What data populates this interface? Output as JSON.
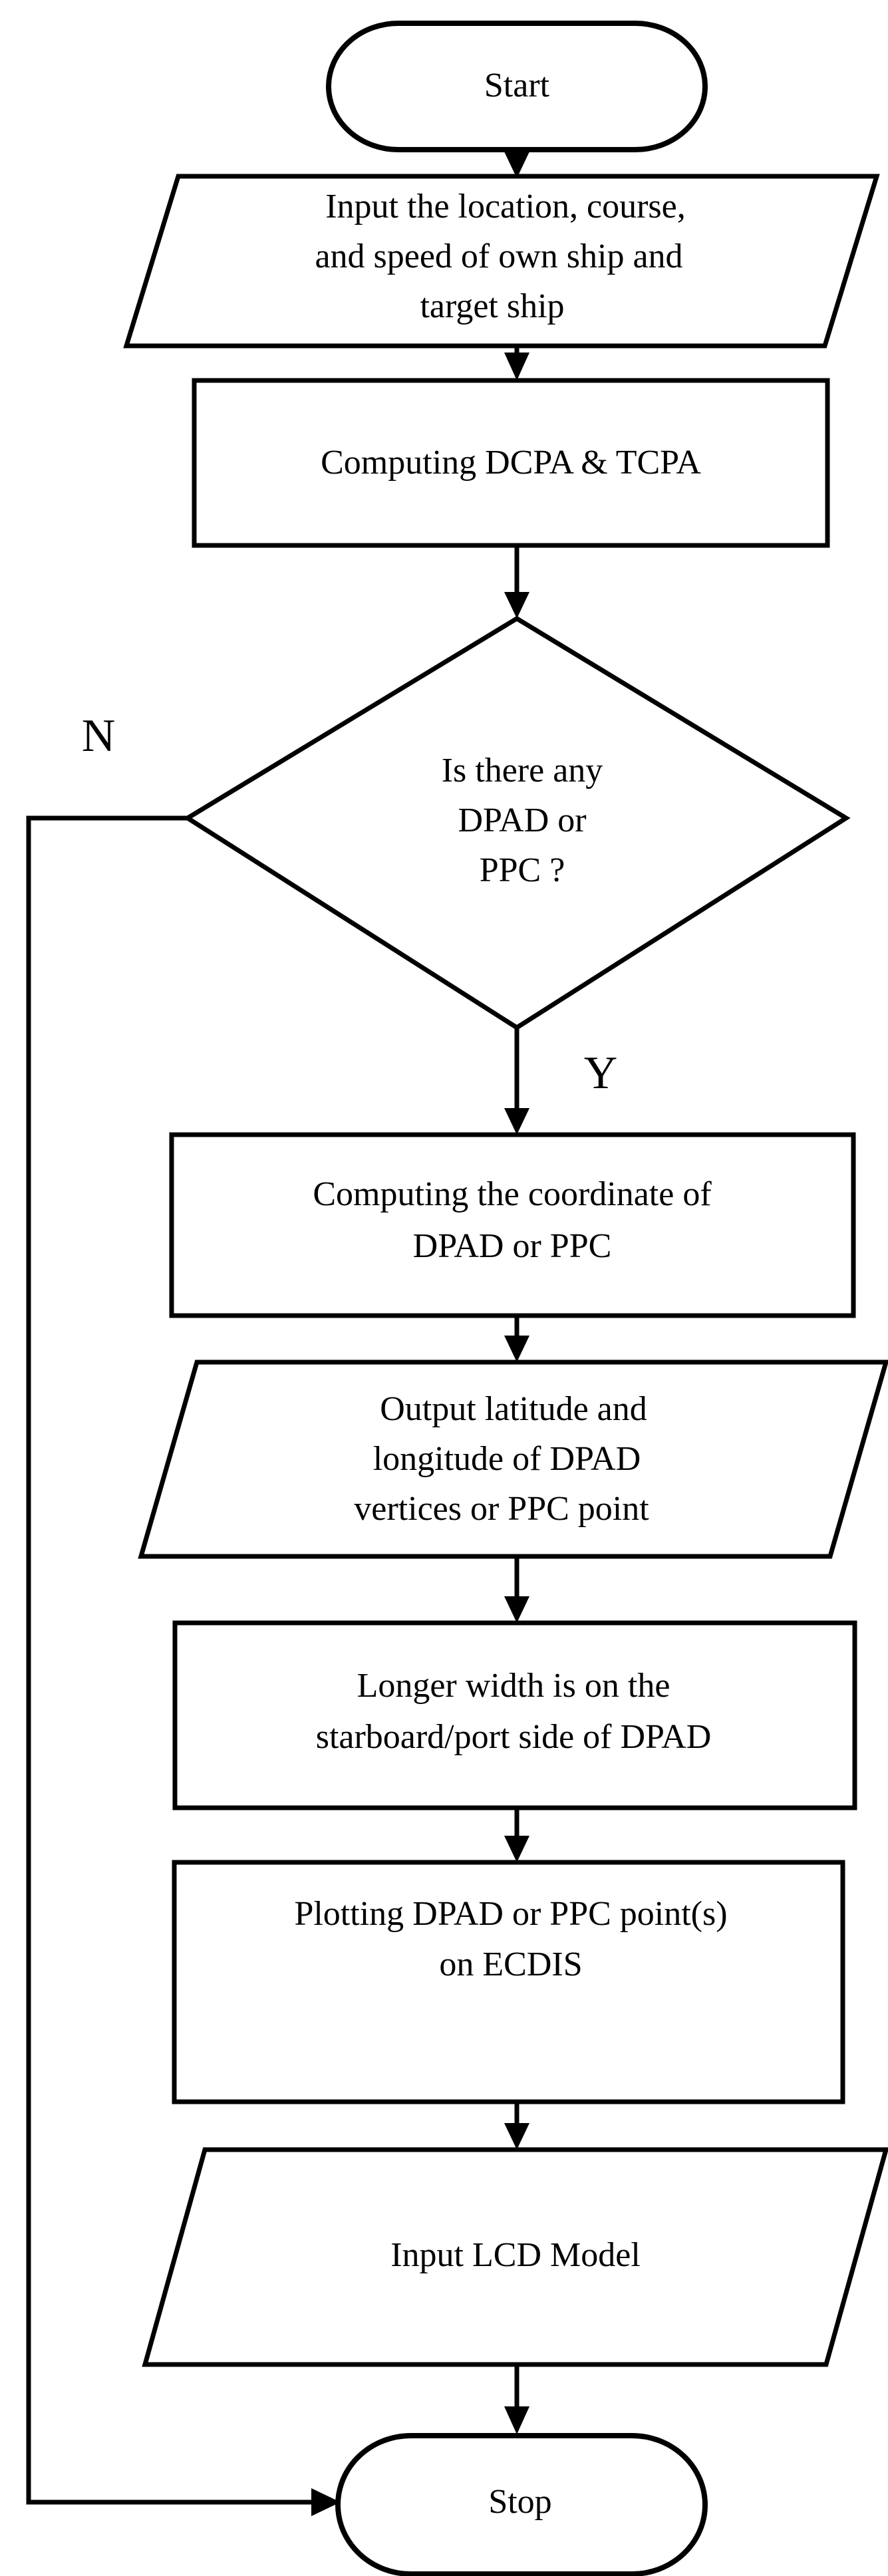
{
  "diagram": {
    "type": "flowchart",
    "orientation": "vertical",
    "background_color": "#ffffff",
    "line_color": "#000000",
    "fill_color": "#ffffff"
  },
  "nodes": {
    "start": {
      "shape": "terminator",
      "label": "Start"
    },
    "input_ship_data": {
      "shape": "parallelogram",
      "line1": "Input the location, course,",
      "line2": "and speed of own ship and",
      "line3": "target ship"
    },
    "compute_dcpa_tcpa": {
      "shape": "process",
      "label": "Computing DCPA & TCPA"
    },
    "decision_dpad_ppc": {
      "shape": "decision",
      "line1": "Is there any",
      "line2": "DPAD or",
      "line3": "PPC ?"
    },
    "compute_coordinate": {
      "shape": "process",
      "line1": "Computing the coordinate of",
      "line2": "DPAD or PPC"
    },
    "output_latlon": {
      "shape": "parallelogram",
      "line1": "Output latitude and",
      "line2": "longitude of DPAD",
      "line3": "vertices or PPC point"
    },
    "longer_width": {
      "shape": "process",
      "line1": "Longer width is on the",
      "line2": "starboard/port side of DPAD"
    },
    "plotting_ecdis": {
      "shape": "process",
      "line1": "Plotting DPAD or PPC point(s)",
      "line2": "on ECDIS"
    },
    "input_lcd_model": {
      "shape": "parallelogram",
      "label": "Input LCD Model"
    },
    "stop": {
      "shape": "terminator",
      "label": "Stop"
    }
  },
  "branch_labels": {
    "no": "N",
    "yes": "Y"
  },
  "edges": [
    {
      "from": "start",
      "to": "input_ship_data",
      "label": ""
    },
    {
      "from": "input_ship_data",
      "to": "compute_dcpa_tcpa",
      "label": ""
    },
    {
      "from": "compute_dcpa_tcpa",
      "to": "decision_dpad_ppc",
      "label": ""
    },
    {
      "from": "decision_dpad_ppc",
      "to": "compute_coordinate",
      "label": "Y"
    },
    {
      "from": "decision_dpad_ppc",
      "to": "stop",
      "label": "N"
    },
    {
      "from": "compute_coordinate",
      "to": "output_latlon",
      "label": ""
    },
    {
      "from": "output_latlon",
      "to": "longer_width",
      "label": ""
    },
    {
      "from": "longer_width",
      "to": "plotting_ecdis",
      "label": ""
    },
    {
      "from": "plotting_ecdis",
      "to": "input_lcd_model",
      "label": ""
    },
    {
      "from": "input_lcd_model",
      "to": "stop",
      "label": ""
    }
  ]
}
